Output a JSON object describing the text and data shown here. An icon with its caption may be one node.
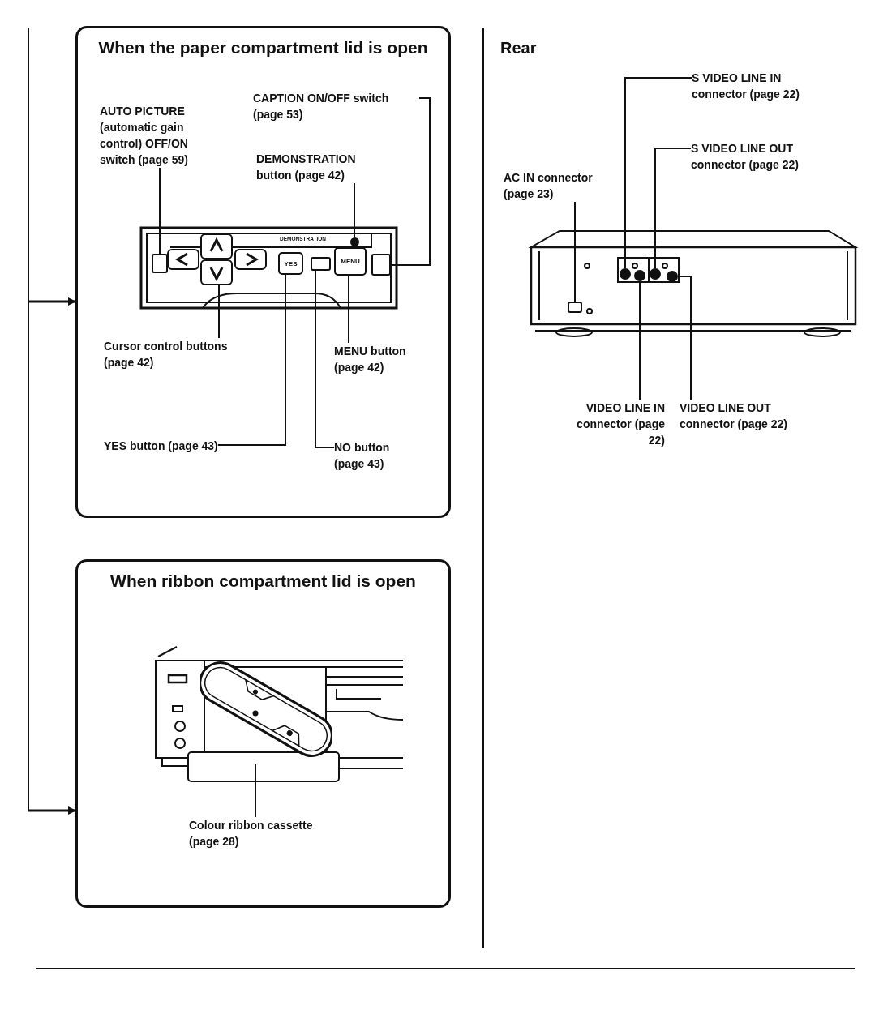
{
  "diagram": {
    "nodes": [
      {
        "text": [
          "When the paper compartment lid is open"
        ]
      },
      {
        "text": [
          "AUTO PICTURE (automatic gain control) OFF/ON switch (page 59)"
        ],
        "in": 0
      },
      {
        "text": [
          "CAPTION ON/OFF switch (page 53)"
        ],
        "in": 0
      },
      {
        "text": [
          "DEMONSTRATION button (page 42)"
        ],
        "in": 0
      },
      {
        "text": [
          "Cursor control buttons (page 42)"
        ],
        "in": 0
      },
      {
        "text": [
          "MENU button (page 42)"
        ],
        "in": 0
      },
      {
        "text": [
          "YES button (page 43)"
        ],
        "in": 0
      },
      {
        "text": [
          "NO button (page 43)"
        ],
        "in": 0
      },
      {
        "text": [],
        "shape": "box",
        "in": 0
      },
      {
        "text": [],
        "shape": "picture",
        "in": 0
      },
      {
        "text": [
          "YES"
        ],
        "in": 0
      },
      {
        "text": [],
        "shape": "box",
        "in": 0
      },
      {
        "text": [],
        "shape": "circle",
        "in": 0
      },
      {
        "text": [
          "MENU"
        ],
        "in": 0
      },
      {
        "text": [],
        "shape": "box",
        "in": 0
      },
      {
        "text": [
          "When ribbon compartment lid is open"
        ]
      },
      {
        "text": [],
        "shape": "picture",
        "in": 15
      },
      {
        "text": [
          "Colour ribbon cassette (page 28)"
        ],
        "in": 15
      },
      {
        "text": [
          "S VIDEO LINE IN connector (page 22)"
        ]
      },
      {
        "text": [
          "S VIDEO LINE OUT connector (page 22)"
        ]
      },
      {
        "text": [
          "AC IN connector (page 23)"
        ]
      },
      {
        "text": [
          "VIDEO LINE IN connector (page 22)"
        ]
      },
      {
        "text": [
          "VIDEO LINE OUT connector (page 22)"
        ]
      },
      {
        "text": [],
        "shape": "box"
      },
      {
        "text": [],
        "shape": "circle"
      },
      {
        "text": [],
        "shape": "circle"
      },
      {
        "text": [],
        "shape": "circle"
      },
      {
        "text": [],
        "shape": "circle"
      }
    ],
    "edges": [
      {
        "from": 1,
        "to": 8,
        "arrow": "none"
      },
      {
        "from": 2,
        "to": 14,
        "arrow": "none"
      },
      {
        "from": 3,
        "to": 12,
        "arrow": "none"
      },
      {
        "from": 4,
        "to": 9,
        "arrow": "none"
      },
      {
        "from": 5,
        "to": 13,
        "arrow": "none"
      },
      {
        "from": 6,
        "to": 10,
        "arrow": "none"
      },
      {
        "from": 7,
        "to": 11,
        "arrow": "none"
      },
      {
        "from": 17,
        "to": 16,
        "arrow": "none"
      },
      {
        "from": 18,
        "to": 24,
        "arrow": "none"
      },
      {
        "from": 19,
        "to": 26,
        "arrow": "none"
      },
      {
        "from": 20,
        "to": 23,
        "arrow": "none"
      },
      {
        "from": 21,
        "to": 25,
        "arrow": "none"
      },
      {
        "from": 22,
        "to": 27,
        "arrow": "none"
      },
      {
        "from": null,
        "to": 0,
        "arrow": "to"
      },
      {
        "from": null,
        "to": 15,
        "arrow": "to"
      }
    ],
    "labels": [
      "DEMONSTRATION",
      "Rear"
    ]
  }
}
